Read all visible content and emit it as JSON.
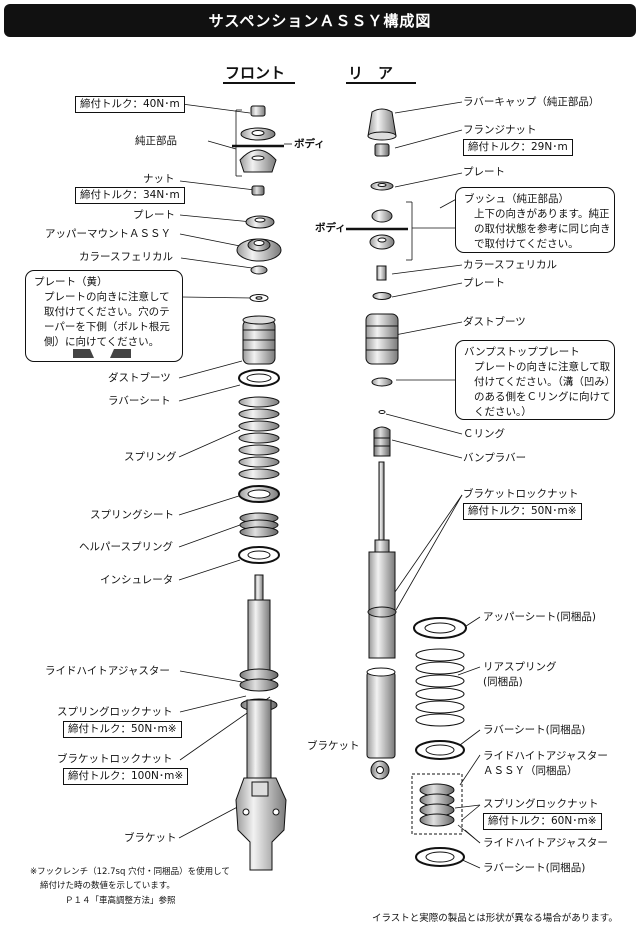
{
  "title": "サスペンションＡＳＳＹ構成図",
  "headers": {
    "front": "フロント",
    "rear": "リ　ア"
  },
  "front": {
    "torque_top": "締付トルク：40N･m",
    "oem_parts": "純正部品",
    "body": "ボディ",
    "nut": "ナット",
    "torque_nut": "締付トルク：34N･m",
    "plate": "プレート",
    "upper_mount": "アッパーマウントＡＳＳＹ",
    "collar": "カラースフェリカル",
    "plate_yellow_title": "プレート（黄）",
    "plate_yellow_body": "プレートの向きに注意して取付けてください。穴のテーパーを下側（ボルト根元側）に向けてください。",
    "dust_boot": "ダストブーツ",
    "rubber_seat": "ラバーシート",
    "spring": "スプリング",
    "spring_seat": "スプリングシート",
    "helper_spring": "ヘルパースプリング",
    "insulator": "インシュレータ",
    "ride_height": "ライドハイトアジャスター",
    "spring_lock": "スプリングロックナット",
    "torque_spring_lock": "締付トルク：50N･m※",
    "bracket_lock": "ブラケットロックナット",
    "torque_bracket_lock": "締付トルク：100N･m※",
    "bracket": "ブラケット"
  },
  "rear": {
    "rubber_cap": "ラバーキャップ（純正部品）",
    "flange_nut": "フランジナット",
    "torque_flange": "締付トルク：29N･m",
    "plate": "プレート",
    "bush_title": "ブッシュ（純正部品）",
    "bush_body": "上下の向きがあります。純正の取付状態を参考に同じ向きで取付けてください。",
    "body": "ボディ",
    "collar": "カラースフェリカル",
    "plate2": "プレート",
    "dust_boot": "ダストブーツ",
    "bump_plate_title": "バンプストッププレート",
    "bump_plate_body": "プレートの向きに注意して取付けてください。（溝（凹み）のある側をＣリングに向けてください。）",
    "c_ring": "Ｃリング",
    "bump_rubber": "バンプラバー",
    "bracket_lock": "ブラケットロックナット",
    "torque_bracket_lock": "締付トルク：50N･m※",
    "upper_seat": "アッパーシート(同梱品)",
    "rear_spring": "リアスプリング",
    "rear_spring_sub": "(同梱品)",
    "rubber_seat": "ラバーシート(同梱品)",
    "ride_height_assy": "ライドハイトアジャスター",
    "ride_height_assy_sub": "ＡＳＳＹ（同梱品）",
    "bracket": "ブラケット",
    "spring_lock": "スプリングロックナット",
    "torque_spring_lock": "締付トルク：60N･m※",
    "ride_height": "ライドハイトアジャスター",
    "rubber_seat2": "ラバーシート(同梱品)"
  },
  "footnote": {
    "line1": "※フックレンチ（12.7sq 穴付・同梱品）を使用して",
    "line2": "締付けた時の数値を示しています。",
    "line3": "Ｐ１４「車高調整方法」参照"
  },
  "disclaimer": "イラストと実際の製品とは形状が異なる場合があります。"
}
